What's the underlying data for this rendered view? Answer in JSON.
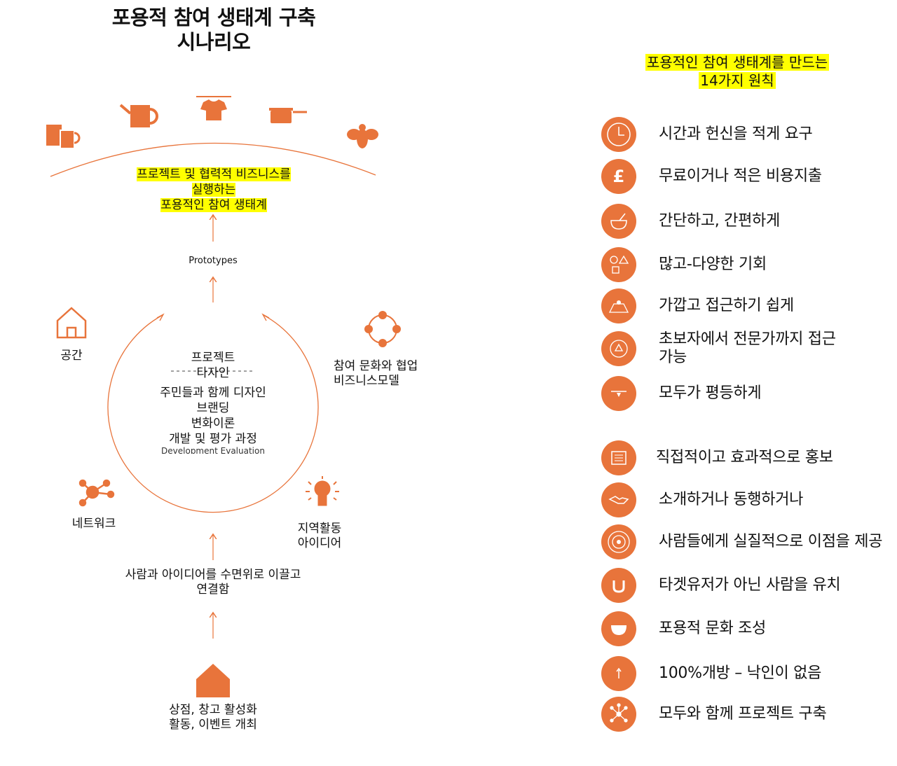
{
  "title": {
    "line1": "포용적 참여 생태계 구축",
    "line2": "시나리오"
  },
  "top_highlight": {
    "line1": "프로젝트 및 협력적 비즈니스를",
    "line2": "실행하는",
    "line3": "포용적인 참여 생태계"
  },
  "prototypes": "Prototypes",
  "cycle": {
    "line1": "프로젝트",
    "line2": "타자인",
    "line3": "주민들과 함께 디자인",
    "line4": "브랜딩",
    "line5": "변화이론",
    "line6": "개발 및 평가 과정",
    "line7": "Development Evaluation"
  },
  "nodes": {
    "space": "공간",
    "collab_line1": "참여 문화와 협업",
    "collab_line2": "비즈니스모델",
    "network": "네트워크",
    "ideas_line1": "지역활동",
    "ideas_line2": "아이디어"
  },
  "bottom": {
    "connect_line1": "사람과 아이디어를 수면위로 이끌고",
    "connect_line2": "연결함",
    "shop_line1": "상점, 창고 활성화",
    "shop_line2": "활동, 이벤트 개최"
  },
  "right_title": {
    "line1": "포용적인 참여 생태계를 만드는",
    "line2": "14가지 원칙"
  },
  "principles": [
    {
      "icon": "clock-icon",
      "text": "시간과 헌신을 적게 요구"
    },
    {
      "icon": "pound-icon",
      "text": "무료이거나 적은 비용지출"
    },
    {
      "icon": "bowl-whisk-icon",
      "text": "간단하고, 간편하게"
    },
    {
      "icon": "shapes-icon",
      "text": "많고-다양한 기회"
    },
    {
      "icon": "map-pin-icon",
      "text": "가깝고 접근하기 쉽게"
    },
    {
      "icon": "triangle-circle-icon",
      "text": "초보자에서 전문가까지 접근가능"
    },
    {
      "icon": "balance-icon",
      "text": "모두가 평등하게"
    },
    {
      "icon": "newspaper-icon",
      "text": "직접적이고 효과적으로 홍보"
    },
    {
      "icon": "handshake-icon",
      "text": "소개하거나 동행하거나"
    },
    {
      "icon": "target-icon",
      "text": "사람들에게 실질적으로 이점을 제공"
    },
    {
      "icon": "magnet-icon",
      "text": "타겟유저가 아닌 사람을 유치"
    },
    {
      "icon": "cup-icon",
      "text": "포용적 문화 조성"
    },
    {
      "icon": "arrow-up-icon",
      "text": "100%개방 – 낙인이 없음"
    },
    {
      "icon": "network-icon",
      "text": "모두와 함께 프로젝트 구축"
    }
  ],
  "colors": {
    "accent": "#e8743b",
    "highlight": "#ffff00"
  }
}
